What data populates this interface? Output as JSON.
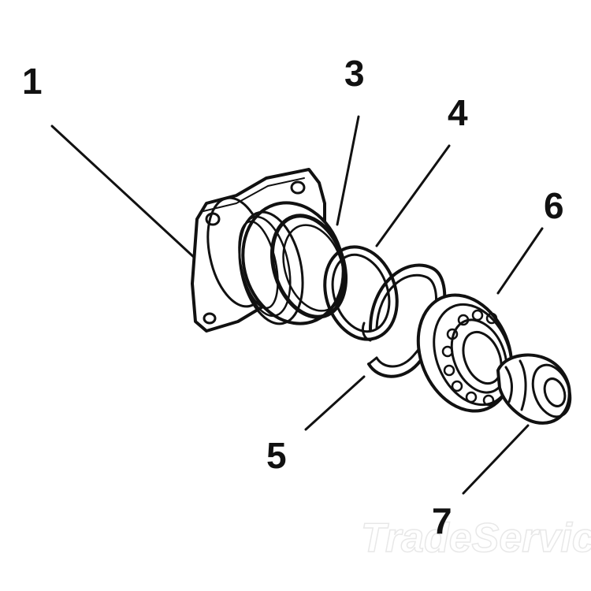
{
  "callouts": {
    "c1": "1",
    "c3": "3",
    "c4": "4",
    "c5": "5",
    "c6": "6",
    "c7": "7"
  },
  "watermark_text": "TradeService",
  "colors": {
    "ink": "#111111",
    "paper": "#ffffff",
    "watermark": "#e9e9e9"
  }
}
